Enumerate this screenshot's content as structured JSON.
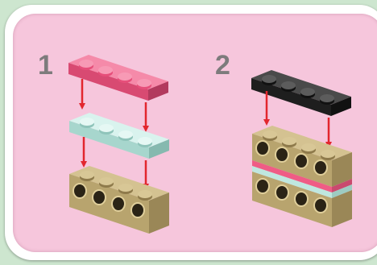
{
  "steps": [
    {
      "number": "1",
      "bricks": [
        "pink-plate-1x4",
        "light-aqua-plate-1x4",
        "tan-brick-1x4"
      ]
    },
    {
      "number": "2",
      "bricks": [
        "black-plate-1x4",
        "tan-assembly-2x4"
      ]
    }
  ],
  "colors": {
    "background": "#cde6cf",
    "panel": "#f6c6dc",
    "frame": "#ffffff",
    "step_number": "#7d7b7c",
    "arrow": "#e2262e",
    "pink_brick": "#ef5c85",
    "aqua_brick": "#bfe7df",
    "tan_brick": "#c2ae7d",
    "black_brick": "#2a2a2a"
  }
}
